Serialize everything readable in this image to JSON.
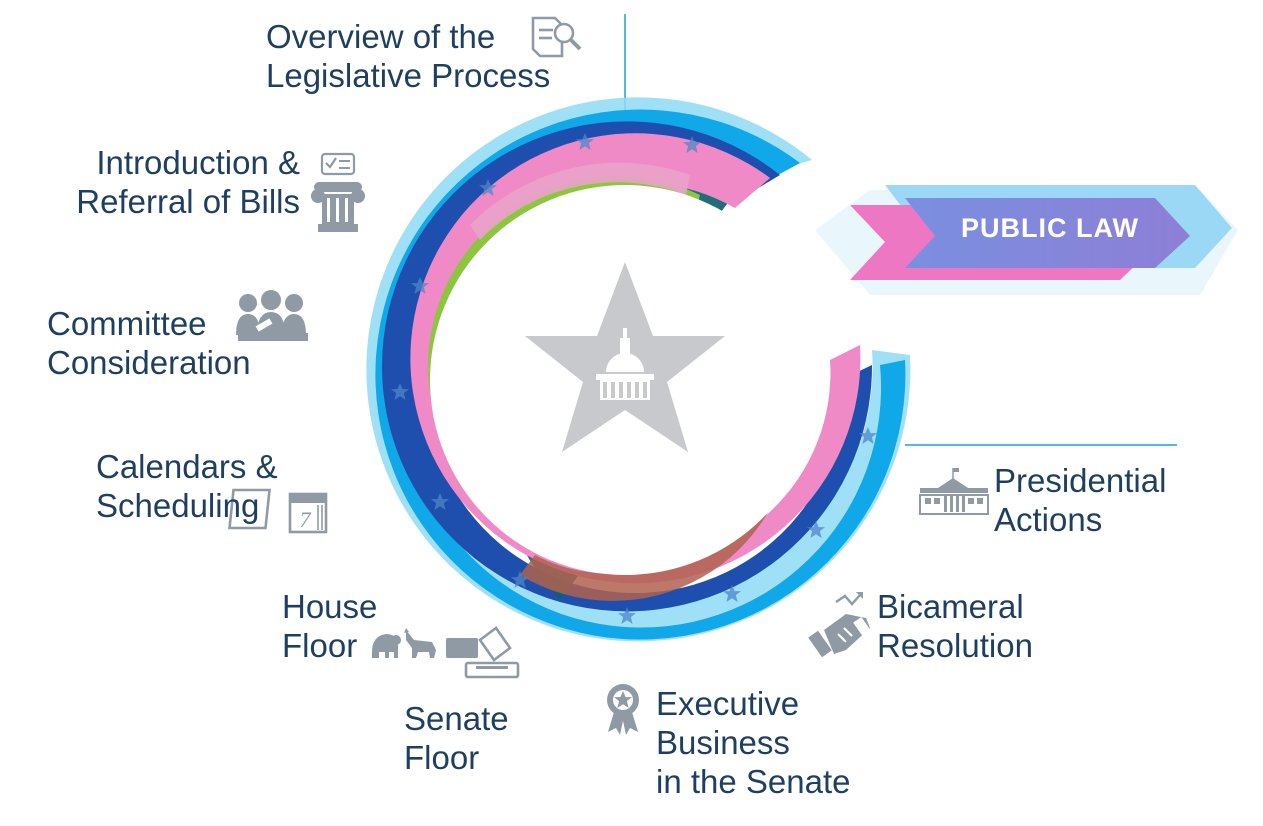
{
  "colors": {
    "label_text": "#1e3f5f",
    "light_blue": "#7fd3f2",
    "sky_blue": "#10a6e6",
    "royal_blue": "#1f57b0",
    "teal": "#0f6070",
    "pink": "#f08ac7",
    "green": "#8cc63f",
    "brown": "#b0624f",
    "icon_gray": "#8f9aa5",
    "star_gray": "#c7c9cc"
  },
  "center": {
    "icon": "capitol-star-icon"
  },
  "public_law": {
    "label": "PUBLIC LAW"
  },
  "stages": [
    {
      "id": "overview",
      "lines": [
        "Overview of the",
        "Legislative Process"
      ],
      "icon": "document-search-icon"
    },
    {
      "id": "introduction",
      "lines": [
        "Introduction &",
        "Referral of Bills"
      ],
      "icon": "column-checklist-icon"
    },
    {
      "id": "committee",
      "lines": [
        "Committee",
        "Consideration"
      ],
      "icon": "committee-gavel-icon"
    },
    {
      "id": "calendars",
      "lines": [
        "Calendars &",
        "Scheduling"
      ],
      "icon": "calendar-icon"
    },
    {
      "id": "house",
      "lines": [
        "House",
        "Floor"
      ],
      "icon": "elephant-donkey-vote-icon"
    },
    {
      "id": "senate",
      "lines": [
        "Senate",
        "Floor"
      ],
      "icon": ""
    },
    {
      "id": "executive",
      "lines": [
        "Executive",
        "Business",
        "in the Senate"
      ],
      "icon": "medal-icon"
    },
    {
      "id": "bicameral",
      "lines": [
        "Bicameral",
        "Resolution"
      ],
      "icon": "handshake-icon"
    },
    {
      "id": "presidential",
      "lines": [
        "Presidential",
        "Actions"
      ],
      "icon": "white-house-icon"
    }
  ]
}
